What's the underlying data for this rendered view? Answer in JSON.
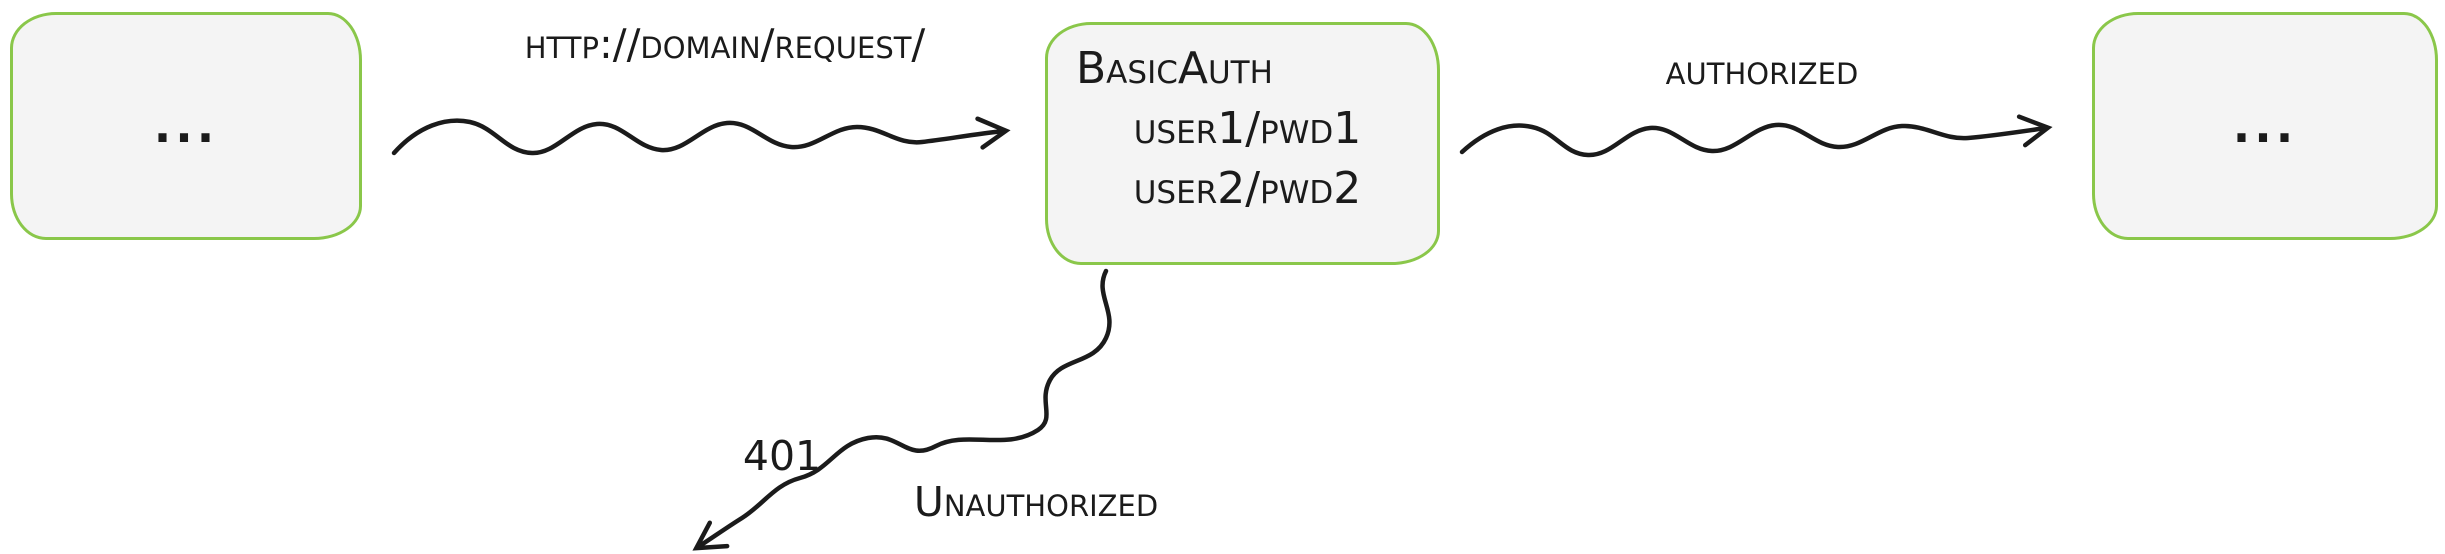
{
  "diagram": {
    "colors": {
      "node_border": "#8ac74a",
      "node_fill": "#f4f4f4",
      "stroke": "#1b1b1b"
    },
    "nodes": {
      "client": {
        "label": "..."
      },
      "auth": {
        "title": "BasicAuth",
        "credentials": [
          "user1/pwd1",
          "user2/pwd2"
        ]
      },
      "server": {
        "label": "..."
      }
    },
    "edges": {
      "request": {
        "label": "http://domain/request/"
      },
      "authorized": {
        "label": "authorized"
      },
      "unauthorized": {
        "code": "401",
        "label": "Unauthorized"
      }
    }
  }
}
